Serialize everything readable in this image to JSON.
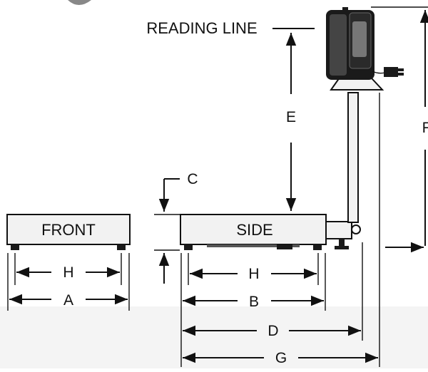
{
  "diagram": {
    "labels": {
      "reading_line": "READING LINE",
      "front": "FRONT",
      "side": "SIDE",
      "dim_a": "A",
      "dim_b": "B",
      "dim_c": "C",
      "dim_d": "D",
      "dim_e": "E",
      "dim_f": "F",
      "dim_g": "G",
      "dim_h_front": "H",
      "dim_h_side": "H"
    },
    "colors": {
      "ink": "#111111",
      "background": "#ffffff",
      "watermark": "#f3f3f3"
    },
    "icons": [
      "indicator-head-icon",
      "power-plug-icon",
      "mounting-bracket-icon"
    ]
  }
}
